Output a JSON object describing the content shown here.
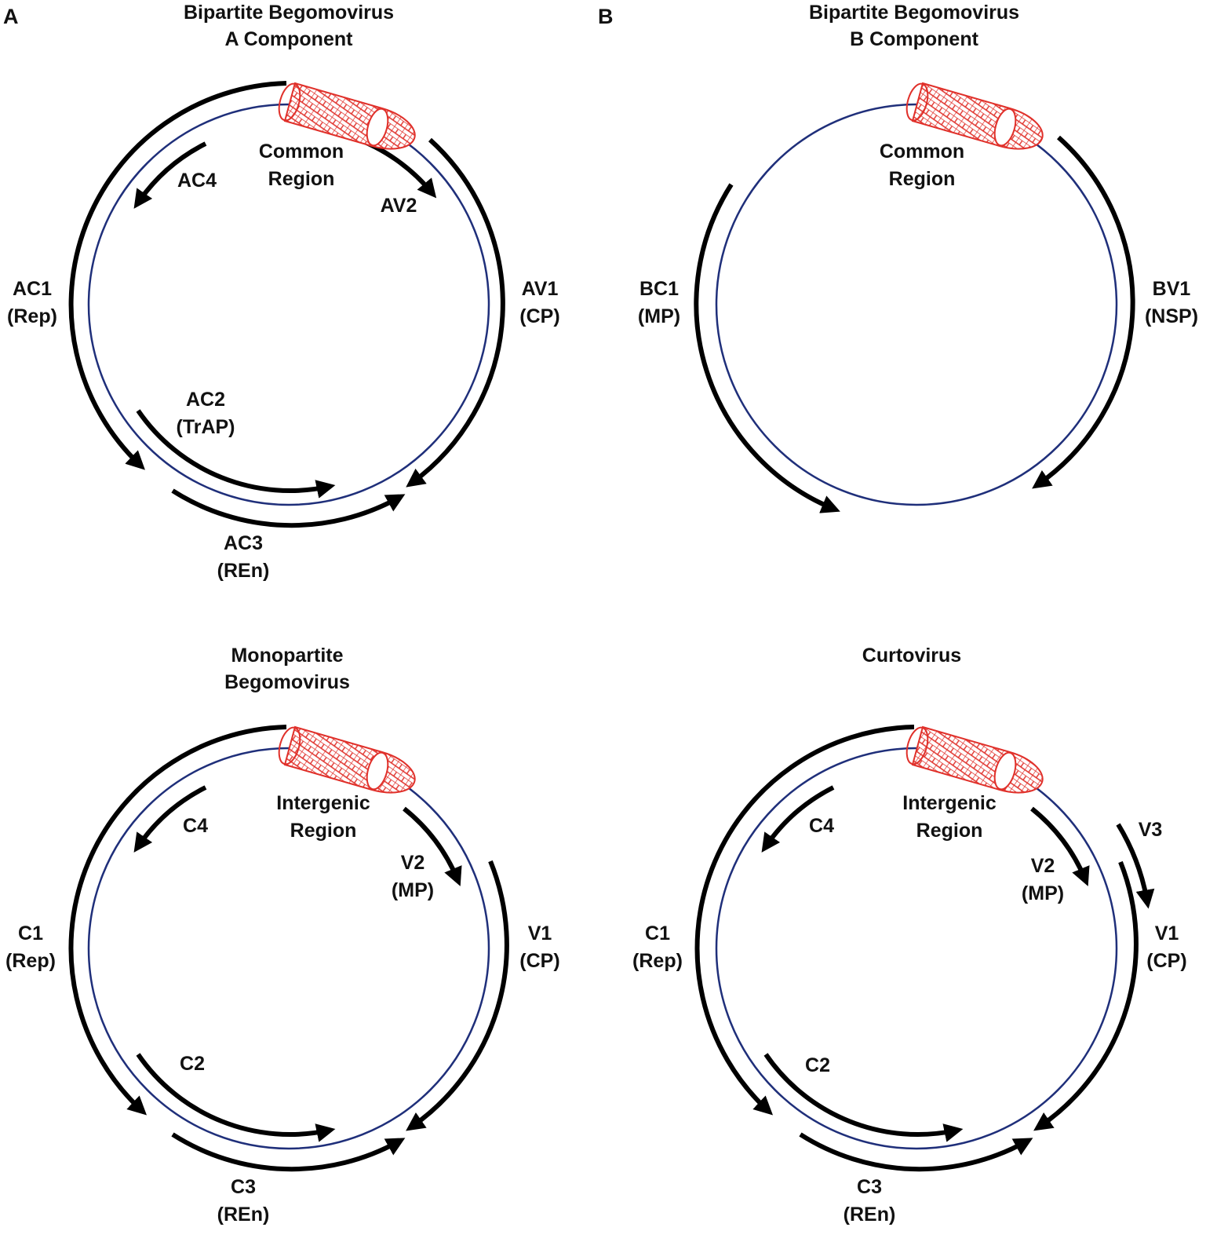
{
  "figure": {
    "colors": {
      "genome_circle": "#1f2f7a",
      "orf_arrow": "#000000",
      "region_fill": "#ffffff",
      "region_hatch": "#e0302a",
      "label": "#111111"
    },
    "panels": [
      {
        "panel_letter": "A",
        "title": [
          "Bipartite Begomovirus",
          "A Component"
        ],
        "region": {
          "label": [
            "Common",
            "Region"
          ]
        },
        "orfs": [
          {
            "id": "AC1",
            "label": [
              "AC1",
              "(Rep)"
            ],
            "strand": "complementary"
          },
          {
            "id": "AC2",
            "label": [
              "AC2",
              "(TrAP)"
            ],
            "strand": "complementary"
          },
          {
            "id": "AC3",
            "label": [
              "AC3",
              "(REn)"
            ],
            "strand": "complementary"
          },
          {
            "id": "AC4",
            "label": [
              "AC4"
            ],
            "strand": "complementary"
          },
          {
            "id": "AV1",
            "label": [
              "AV1",
              "(CP)"
            ],
            "strand": "virion"
          },
          {
            "id": "AV2",
            "label": [
              "AV2"
            ],
            "strand": "virion"
          }
        ]
      },
      {
        "panel_letter": "B",
        "title": [
          "Bipartite Begomovirus",
          "B Component"
        ],
        "region": {
          "label": [
            "Common",
            "Region"
          ]
        },
        "orfs": [
          {
            "id": "BC1",
            "label": [
              "BC1",
              "(MP)"
            ],
            "strand": "complementary"
          },
          {
            "id": "BV1",
            "label": [
              "BV1",
              "(NSP)"
            ],
            "strand": "virion"
          }
        ]
      },
      {
        "panel_letter": "",
        "title": [
          "Monopartite",
          "Begomovirus"
        ],
        "region": {
          "label": [
            "Intergenic",
            "Region"
          ]
        },
        "orfs": [
          {
            "id": "C1",
            "label": [
              "C1",
              "(Rep)"
            ],
            "strand": "complementary"
          },
          {
            "id": "C2",
            "label": [
              "C2"
            ],
            "strand": "complementary"
          },
          {
            "id": "C3",
            "label": [
              "C3",
              "(REn)"
            ],
            "strand": "complementary"
          },
          {
            "id": "C4",
            "label": [
              "C4"
            ],
            "strand": "complementary"
          },
          {
            "id": "V1",
            "label": [
              "V1",
              "(CP)"
            ],
            "strand": "virion"
          },
          {
            "id": "V2",
            "label": [
              "V2",
              "(MP)"
            ],
            "strand": "virion"
          }
        ]
      },
      {
        "panel_letter": "",
        "title": [
          "Curtovirus"
        ],
        "region": {
          "label": [
            "Intergenic",
            "Region"
          ]
        },
        "orfs": [
          {
            "id": "C1",
            "label": [
              "C1",
              "(Rep)"
            ],
            "strand": "complementary"
          },
          {
            "id": "C2",
            "label": [
              "C2"
            ],
            "strand": "complementary"
          },
          {
            "id": "C3",
            "label": [
              "C3",
              "(REn)"
            ],
            "strand": "complementary"
          },
          {
            "id": "C4",
            "label": [
              "C4"
            ],
            "strand": "complementary"
          },
          {
            "id": "V1",
            "label": [
              "V1",
              "(CP)"
            ],
            "strand": "virion"
          },
          {
            "id": "V2",
            "label": [
              "V2",
              "(MP)"
            ],
            "strand": "virion"
          },
          {
            "id": "V3",
            "label": [
              "V3"
            ],
            "strand": "virion"
          }
        ]
      }
    ]
  }
}
